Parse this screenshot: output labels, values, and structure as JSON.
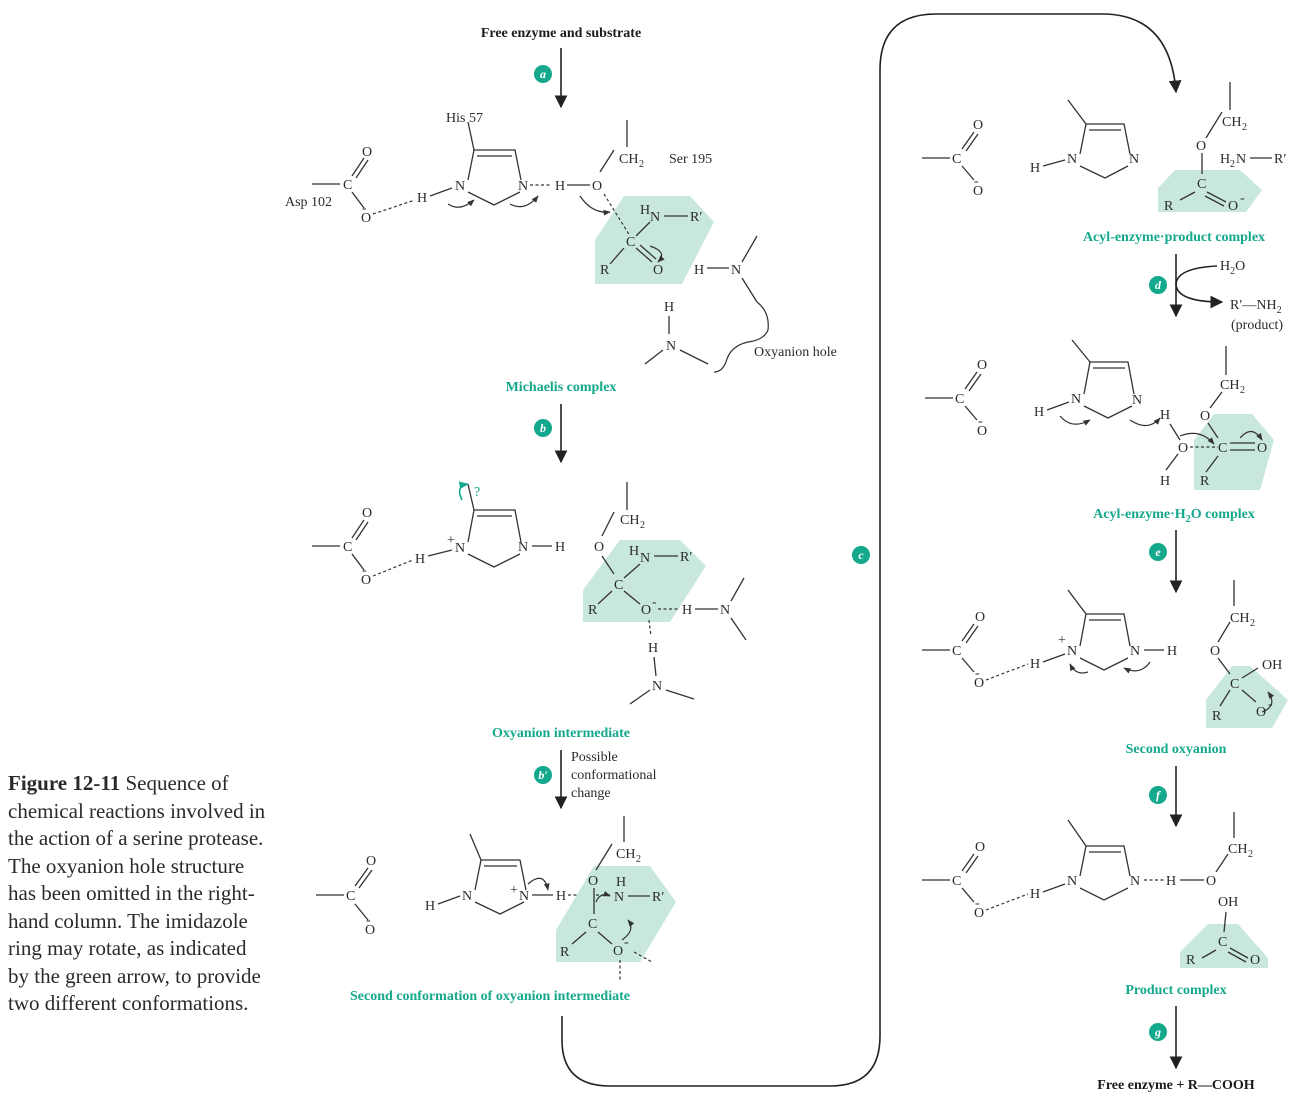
{
  "caption": {
    "figure_label": "Figure 12-11",
    "text": " Sequence of chemical reactions involved in the action of a serine protease.  The oxyanion hole structure has been omitted in the right-hand column.  The imidazole ring may rotate, as indicated by the green arrow, to provide two different conformations."
  },
  "headings": {
    "start": "Free enzyme and substrate",
    "end": "Free enzyme + R—COOH"
  },
  "steps": {
    "a": "a",
    "b": "b",
    "b_prime": "b′",
    "c": "c",
    "d": "d",
    "e": "e",
    "f": "f",
    "g": "g"
  },
  "stage_names": {
    "michaelis": "Michaelis complex",
    "oxyanion": "Oxyanion intermediate",
    "second_conf": "Second conformation of oxyanion intermediate",
    "acyl_product": "Acyl-enzyme·product complex",
    "acyl_h2o_prefix": "Acyl-enzyme·H",
    "acyl_h2o_sub": "2",
    "acyl_h2o_suffix": "O complex",
    "second_oxyanion": "Second oxyanion",
    "product_complex": "Product complex"
  },
  "residues": {
    "his": "His 57",
    "ser": "Ser 195",
    "asp": "Asp 102",
    "oxyanion_hole": "Oxyanion hole"
  },
  "notes": {
    "conformational_1": "Possible",
    "conformational_2": "conformational",
    "conformational_3": "change",
    "question": "?"
  },
  "step_d_side": {
    "water_in": "H",
    "water_in_sub": "2",
    "water_in_end": "O",
    "product_out": "R′—NH",
    "product_out_sub": "2",
    "product_label": "(product)"
  },
  "colors": {
    "accent": "#14a88c",
    "shade": "#c9e8dc",
    "ink": "#222222"
  }
}
